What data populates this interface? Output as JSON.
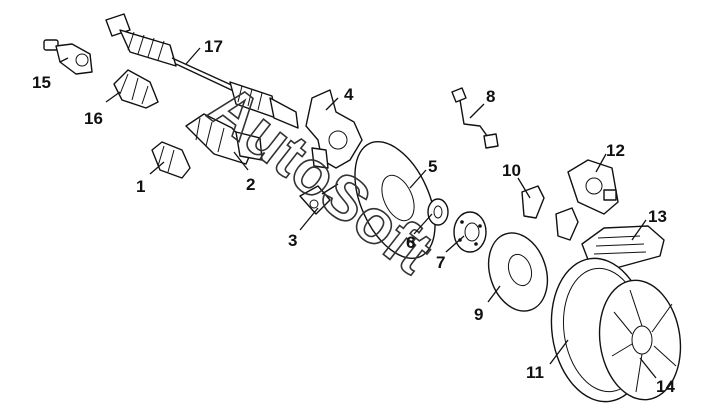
{
  "watermark": "AutoSoft",
  "callouts": [
    {
      "id": "1",
      "label": "1"
    },
    {
      "id": "2",
      "label": "2"
    },
    {
      "id": "3",
      "label": "3"
    },
    {
      "id": "4",
      "label": "4"
    },
    {
      "id": "5",
      "label": "5"
    },
    {
      "id": "6",
      "label": "6"
    },
    {
      "id": "7",
      "label": "7"
    },
    {
      "id": "8",
      "label": "8"
    },
    {
      "id": "9",
      "label": "9"
    },
    {
      "id": "10",
      "label": "10"
    },
    {
      "id": "11",
      "label": "11"
    },
    {
      "id": "12",
      "label": "12"
    },
    {
      "id": "13",
      "label": "13"
    },
    {
      "id": "14",
      "label": "14"
    },
    {
      "id": "15",
      "label": "15"
    },
    {
      "id": "16",
      "label": "16"
    },
    {
      "id": "17",
      "label": "17"
    }
  ]
}
